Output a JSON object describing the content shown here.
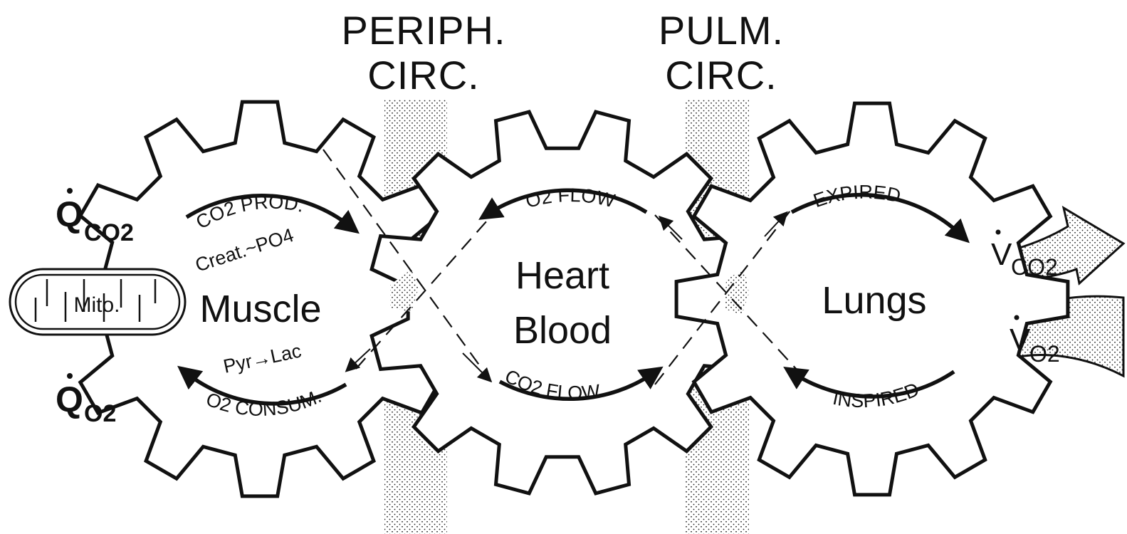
{
  "headers": {
    "periph_line1": "PERIPH.",
    "periph_line2": "CIRC.",
    "pulm_line1": "PULM.",
    "pulm_line2": "CIRC."
  },
  "gears": {
    "muscle": {
      "label": "Muscle",
      "top_arc": "CO2 PROD.",
      "top_sub": "Creat.~PO4",
      "bottom_sub": "Pyr→Lac",
      "bottom_arc": "O2 CONSUM."
    },
    "heart": {
      "label_line1": "Heart",
      "label_line2": "Blood",
      "top_arc": "O2 FLOW",
      "bottom_arc": "CO2 FLOW"
    },
    "lungs": {
      "label": "Lungs",
      "top_arc": "EXPIRED",
      "bottom_arc": "INSPIRED"
    }
  },
  "mitochondrion": {
    "label": "Mito."
  },
  "left_labels": {
    "qco2_main": "Q",
    "qco2_sub": "CO2",
    "qo2_main": "Q",
    "qo2_sub": "O2"
  },
  "right_labels": {
    "vco2_main": "V",
    "vco2_sub": "CO2",
    "vo2_main": "V",
    "vo2_sub": "O2"
  },
  "colors": {
    "ink": "#111111",
    "background": "#ffffff"
  }
}
